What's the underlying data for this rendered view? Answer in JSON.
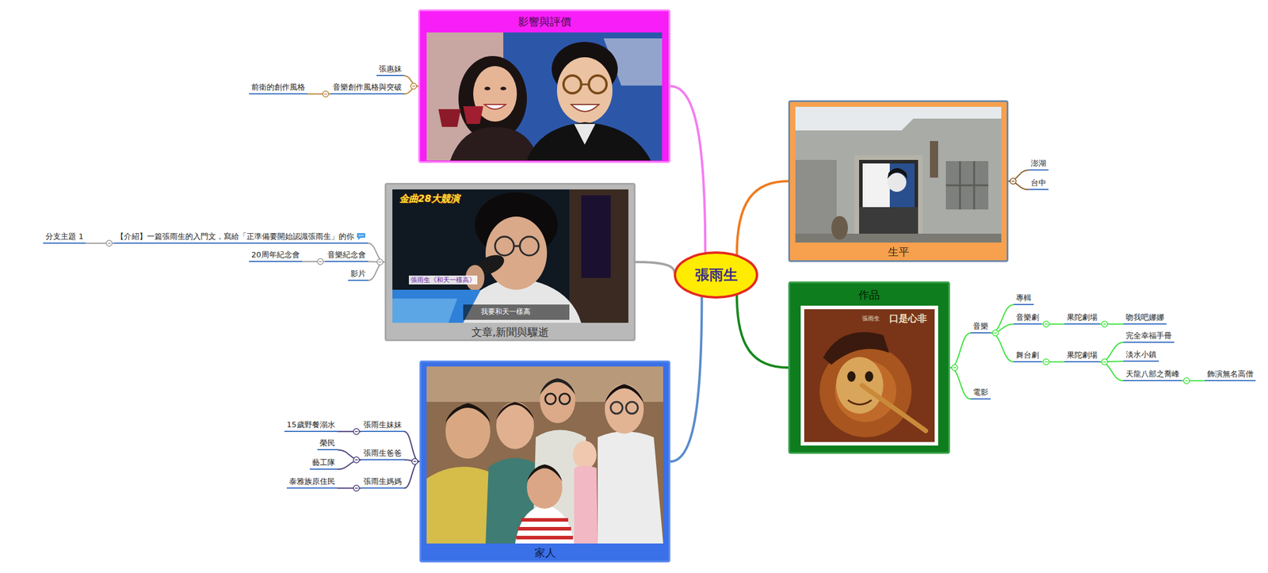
{
  "diagram": {
    "nodes": [
      {
        "text": [
          "張雨生"
        ]
      },
      {
        "text": [
          "影響與評價"
        ]
      },
      {
        "text": [
          "張惠妹"
        ]
      },
      {
        "text": [
          "音樂創作風格與突破"
        ]
      },
      {
        "text": [
          "前衛的創作風格"
        ]
      },
      {
        "text": [
          "文章,新聞與驟逝"
        ]
      },
      {
        "text": [
          "【介紹】一篇張雨生的入門文，寫給「正準備要開始認識張雨生」的你"
        ]
      },
      {
        "text": [
          "分支主題 1"
        ]
      },
      {
        "text": [
          "音樂紀念會"
        ]
      },
      {
        "text": [
          "20周年紀念會"
        ]
      },
      {
        "text": [
          "影片"
        ]
      },
      {
        "text": [
          "家人"
        ]
      },
      {
        "text": [
          "張雨生妹妹"
        ]
      },
      {
        "text": [
          "15歲野餐溺水"
        ]
      },
      {
        "text": [
          "張雨生爸爸"
        ]
      },
      {
        "text": [
          "榮民"
        ]
      },
      {
        "text": [
          "藝工隊"
        ]
      },
      {
        "text": [
          "張雨生媽媽"
        ]
      },
      {
        "text": [
          "泰雅族原住民"
        ]
      },
      {
        "text": [
          "生平"
        ]
      },
      {
        "text": [
          "澎湖"
        ]
      },
      {
        "text": [
          "台中"
        ]
      },
      {
        "text": [
          "作品"
        ]
      },
      {
        "text": [
          "音樂"
        ]
      },
      {
        "text": [
          "專輯"
        ]
      },
      {
        "text": [
          "音樂劇"
        ]
      },
      {
        "text": [
          "果陀劇場"
        ]
      },
      {
        "text": [
          "吻我吧娜娜"
        ]
      },
      {
        "text": [
          "舞台劇"
        ]
      },
      {
        "text": [
          "果陀劇場"
        ]
      },
      {
        "text": [
          "完全幸福手冊"
        ]
      },
      {
        "text": [
          "淡水小鎮"
        ]
      },
      {
        "text": [
          "天龍八部之喬峰"
        ]
      },
      {
        "text": [
          "飾演無名高僧"
        ]
      },
      {
        "text": [
          "電影"
        ]
      }
    ],
    "edges": [
      {
        "from": 0,
        "to": 1,
        "arrow": "none"
      },
      {
        "from": 0,
        "to": 5,
        "arrow": "none"
      },
      {
        "from": 0,
        "to": 11,
        "arrow": "none"
      },
      {
        "from": 0,
        "to": 19,
        "arrow": "none"
      },
      {
        "from": 0,
        "to": 22,
        "arrow": "none"
      },
      {
        "from": 1,
        "to": 2,
        "arrow": "none"
      },
      {
        "from": 1,
        "to": 3,
        "arrow": "none"
      },
      {
        "from": 3,
        "to": 4,
        "arrow": "none"
      },
      {
        "from": 5,
        "to": 6,
        "arrow": "none"
      },
      {
        "from": 6,
        "to": 7,
        "arrow": "none"
      },
      {
        "from": 5,
        "to": 8,
        "arrow": "none"
      },
      {
        "from": 8,
        "to": 9,
        "arrow": "none"
      },
      {
        "from": 5,
        "to": 10,
        "arrow": "none"
      },
      {
        "from": 11,
        "to": 12,
        "arrow": "none"
      },
      {
        "from": 12,
        "to": 13,
        "arrow": "none"
      },
      {
        "from": 11,
        "to": 14,
        "arrow": "none"
      },
      {
        "from": 14,
        "to": 15,
        "arrow": "none"
      },
      {
        "from": 14,
        "to": 16,
        "arrow": "none"
      },
      {
        "from": 11,
        "to": 17,
        "arrow": "none"
      },
      {
        "from": 17,
        "to": 18,
        "arrow": "none"
      },
      {
        "from": 19,
        "to": 20,
        "arrow": "none"
      },
      {
        "from": 19,
        "to": 21,
        "arrow": "none"
      },
      {
        "from": 22,
        "to": 23,
        "arrow": "none"
      },
      {
        "from": 23,
        "to": 24,
        "arrow": "none"
      },
      {
        "from": 23,
        "to": 25,
        "arrow": "none"
      },
      {
        "from": 25,
        "to": 26,
        "arrow": "none"
      },
      {
        "from": 26,
        "to": 27,
        "arrow": "none"
      },
      {
        "from": 23,
        "to": 28,
        "arrow": "none"
      },
      {
        "from": 28,
        "to": 29,
        "arrow": "none"
      },
      {
        "from": 29,
        "to": 30,
        "arrow": "none"
      },
      {
        "from": 29,
        "to": 31,
        "arrow": "none"
      },
      {
        "from": 29,
        "to": 32,
        "arrow": "none"
      },
      {
        "from": 32,
        "to": 33,
        "arrow": "none"
      },
      {
        "from": 22,
        "to": 34,
        "arrow": "none"
      }
    ],
    "labels": [
      "金曲28大競演",
      "張雨生《和天一樣高》",
      "我要和天一樣高",
      "口是心非",
      "張雨生"
    ]
  }
}
